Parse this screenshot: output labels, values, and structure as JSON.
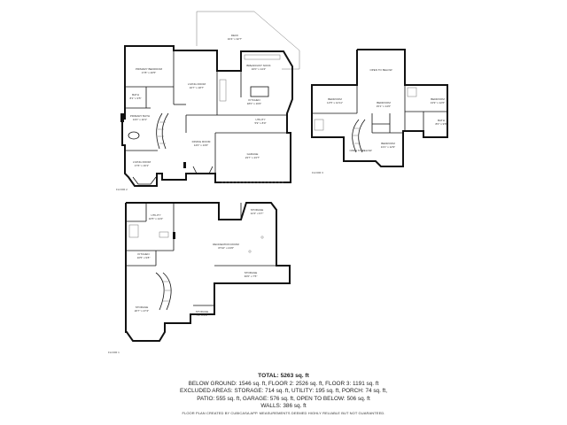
{
  "floors": {
    "floor1": {
      "label": "FLOOR 1"
    },
    "floor2": {
      "label": "FLOOR 2"
    },
    "floor3": {
      "label": "FLOOR 3"
    }
  },
  "rooms": {
    "deck": {
      "name": "DECK",
      "dims": "16'4\" x 32'7\""
    },
    "primary_bedroom": {
      "name": "PRIMARY BEDROOM",
      "dims": "17'8\" x 20'5\""
    },
    "living_room_f2": {
      "name": "LIVING ROOM",
      "dims": "16'7\" x 18'7\""
    },
    "breakfast_nook": {
      "name": "BREAKFAST NOOK",
      "dims": "16'0\" x 14'4\""
    },
    "kitchen": {
      "name": "KITCHEN",
      "dims": "18'0\" x 16'0\""
    },
    "bath_f2": {
      "name": "BATH",
      "dims": "8'1\" x 9'5\""
    },
    "primary_bath": {
      "name": "PRIMARY BATH",
      "dims": "13'0\" x 10'1\""
    },
    "dining_room": {
      "name": "DINING ROOM",
      "dims": "14'0\" x 13'0\""
    },
    "utility_f2": {
      "name": "UTILITY",
      "dims": "5'9\" x 8'0\""
    },
    "living_room_low": {
      "name": "LIVING ROOM",
      "dims": "17'6\" x 16'1\""
    },
    "garage": {
      "name": "GARAGE",
      "dims": "23'7\" x 23'7\""
    },
    "bedroom_1": {
      "name": "BEDROOM",
      "dims": "14'5\" x 12'11\""
    },
    "open_to_below_1": {
      "name": "OPEN TO BELOW",
      "dims": ""
    },
    "bedroom_2": {
      "name": "BEDROOM",
      "dims": "13'9\" x 12'6\""
    },
    "bedroom_3": {
      "name": "BEDROOM",
      "dims": "15'1\" x 14'0\""
    },
    "bath_f3": {
      "name": "BATH",
      "dims": "8'0\" x 9'8\""
    },
    "open_to_below_2": {
      "name": "OPEN TO BELOW",
      "dims": ""
    },
    "bedroom_4": {
      "name": "BEDROOM",
      "dims": "13'1\" x 12'9\""
    },
    "utility_f1": {
      "name": "UTILITY",
      "dims": "10'5\" x 14'2\""
    },
    "storage_1": {
      "name": "STORAGE",
      "dims": "12'4\" x 9'7\""
    },
    "recreation_room": {
      "name": "RECREATION ROOM",
      "dims": "37'10\" x 24'6\""
    },
    "kitchen_f1": {
      "name": "KITCHEN",
      "dims": "10'5\" x 9'8\""
    },
    "storage_2": {
      "name": "STORAGE",
      "dims": "30'0\" x 7'5\""
    },
    "storage_3": {
      "name": "STORAGE",
      "dims": "20'7\" x 27'4\""
    },
    "storage_4": {
      "name": "STORAGE",
      "dims": "7'6\" x 6'0\""
    }
  },
  "summary": {
    "total": "TOTAL: 5263 sq. ft",
    "line1": "BELOW GROUND: 1546 sq. ft, FLOOR 2: 2526 sq. ft, FLOOR 3: 1191 sq. ft",
    "line2": "EXCLUDED AREAS: STORAGE: 714 sq. ft, UTILITY: 195 sq. ft, PORCH: 74 sq. ft,",
    "line3": "PATIO: 555 sq. ft, GARAGE: 576 sq. ft, OPEN TO BELOW: 506 sq. ft",
    "line4": "WALLS: 386 sq. ft"
  },
  "disclaimer": "FLOOR PLAN CREATED BY CUBICASA APP. MEASUREMENTS DEEMED HIGHLY RELIABLE BUT NOT GUARANTEED."
}
